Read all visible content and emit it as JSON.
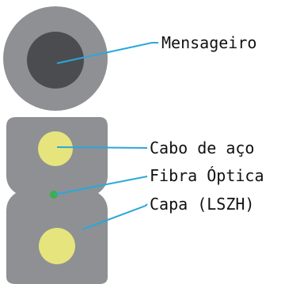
{
  "labels": {
    "messenger": "Mensageiro",
    "steel_wire": "Cabo de aço",
    "optical_fiber": "Fibra Óptica",
    "jacket": "Capa (LSZH)"
  },
  "colors": {
    "jacket": "#8e9094",
    "messenger_core": "#4b4c50",
    "steel_wire": "#e6e47c",
    "optical_fiber": "#3cb043",
    "leader_line": "#2aa8d8",
    "text": "#111111"
  }
}
